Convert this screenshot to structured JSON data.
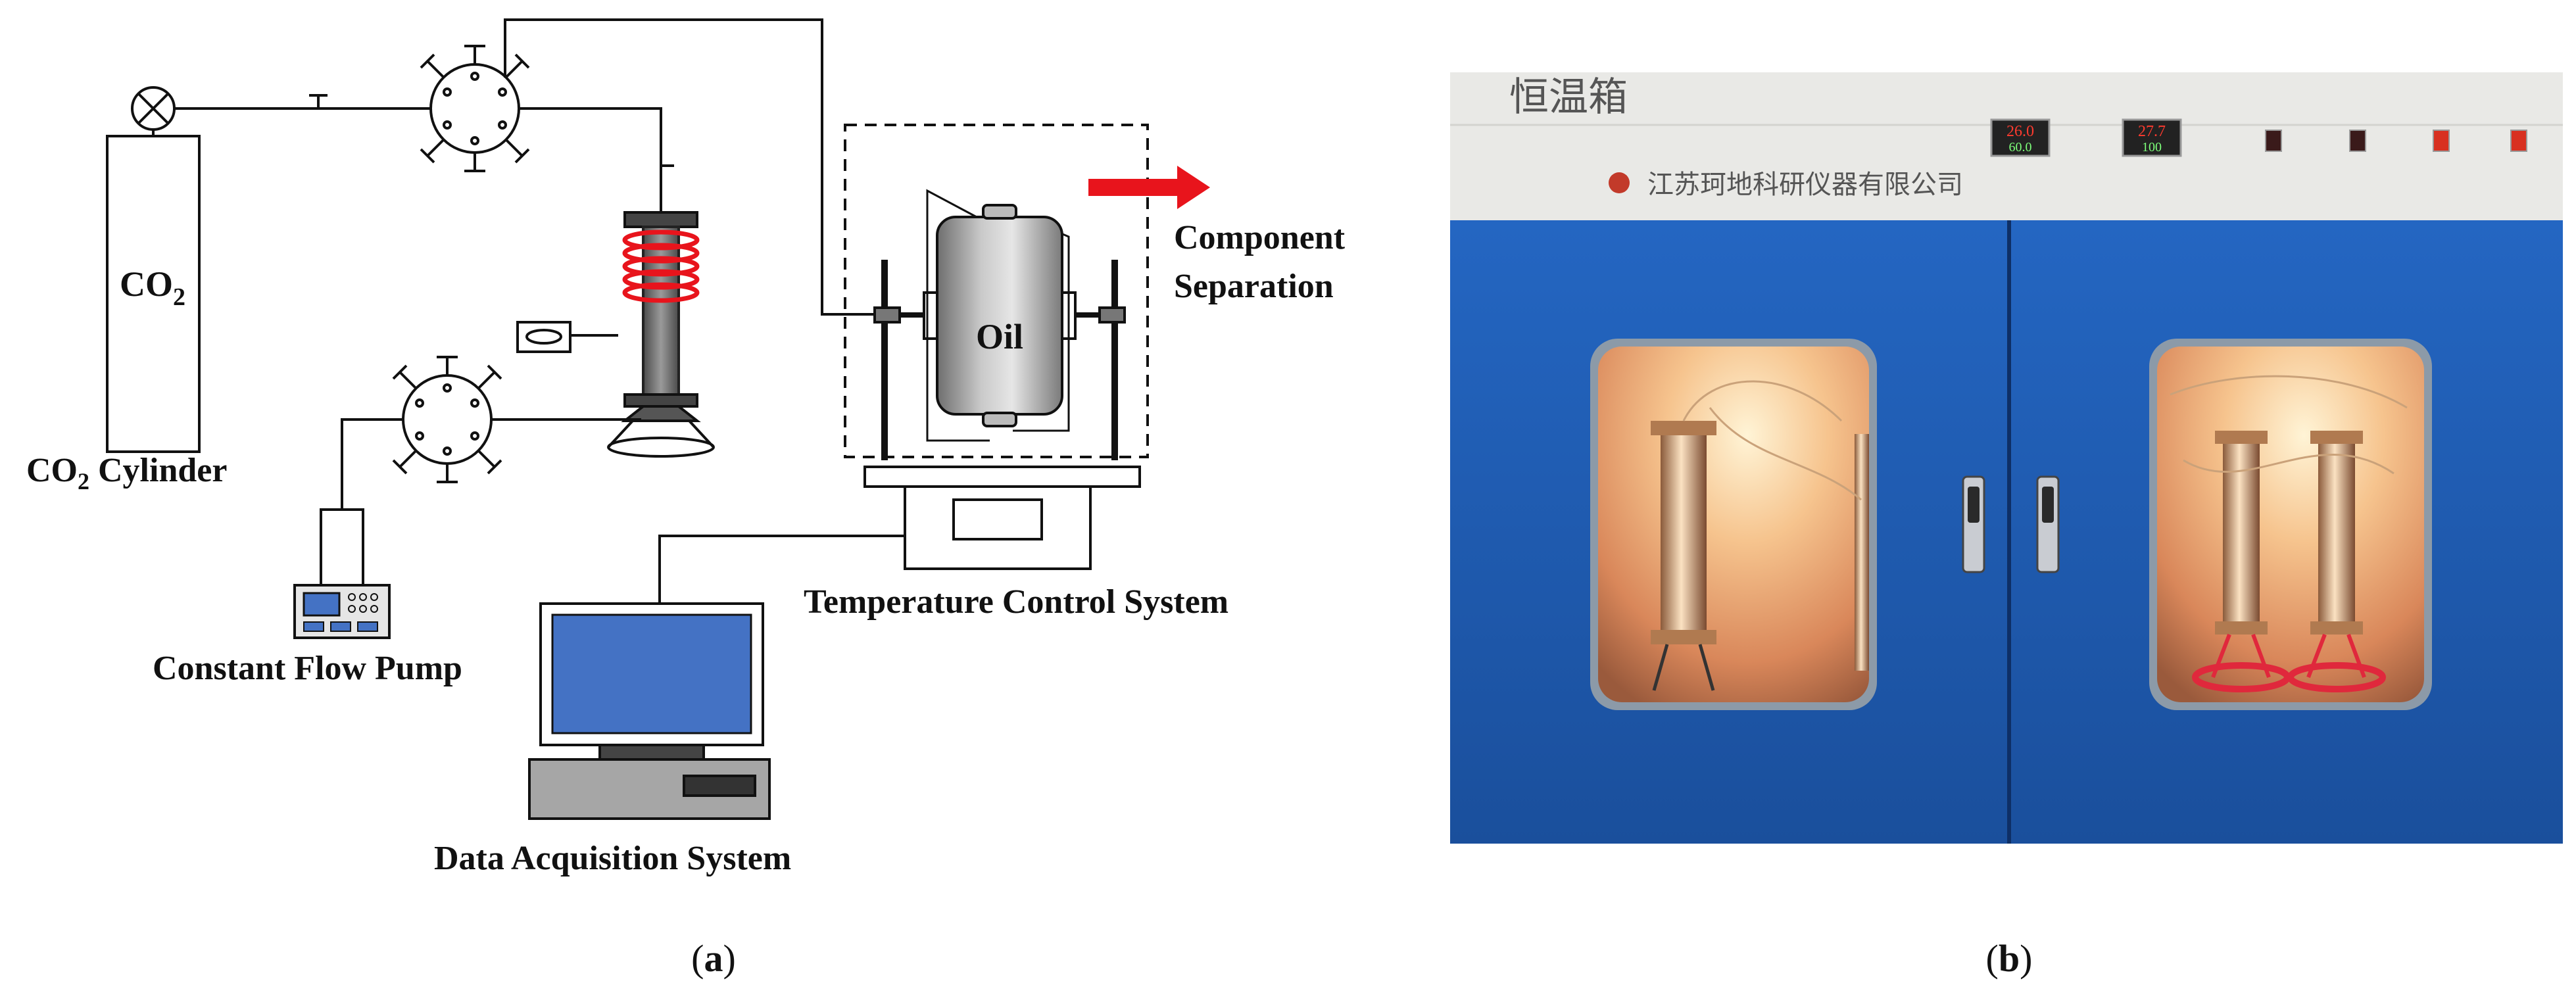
{
  "panel_a": {
    "caption_open": "(",
    "caption_letter": "a",
    "caption_close": ")",
    "cylinder_text": "CO",
    "cylinder_text_sub": "2",
    "cylinder_label_prefix": "CO",
    "cylinder_label_sub": "2",
    "cylinder_label_suffix": " Cylinder",
    "pump_label": "Constant Flow Pump",
    "vessel_label": "Oil",
    "separation_label_line1": "Component",
    "separation_label_line2": "Separation",
    "temperature_label": "Temperature Control System",
    "daq_label": "Data Acquisition System"
  },
  "panel_b": {
    "caption_open": "(",
    "caption_letter": "b",
    "caption_close": ")",
    "cabinet_title": "恒温箱",
    "company_name": "江苏珂地科研仪器有限公司",
    "display_1_top": "26.0",
    "display_1_bottom": "60.0",
    "display_2_top": "27.7",
    "display_2_bottom": "100"
  },
  "colors": {
    "heater_coil": "#e8141c",
    "arrow": "#e8141c",
    "monitor_screen": "#4472c4",
    "cabinet_blue": "#1f5cb0",
    "panel_grey": "#e9e9e6",
    "window_glow": "#f2b07a"
  }
}
